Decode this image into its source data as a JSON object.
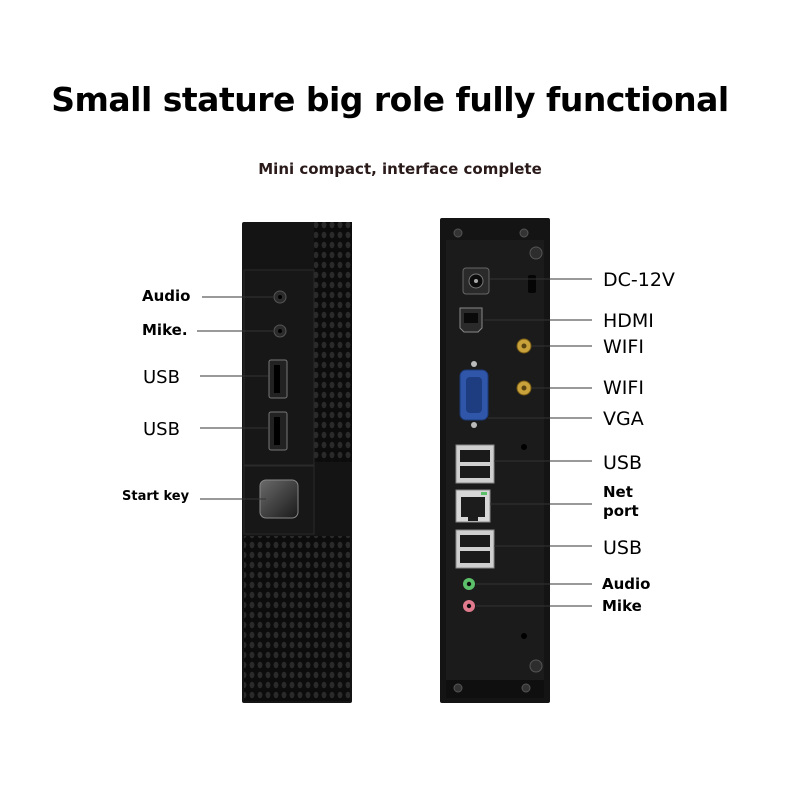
{
  "headline": "Small stature big role fully functional",
  "subheadline": "Mini compact, interface complete",
  "front_panel": {
    "audio": "Audio",
    "mike": "Mike.",
    "usb_1": "USB",
    "usb_2": "USB",
    "start_key": "Start key"
  },
  "rear_panel": {
    "dc": "DC-12V",
    "hdmi": "HDMI",
    "wifi_1": "WIFI",
    "wifi_2": "WIFI",
    "vga": "VGA",
    "usb_1": "USB",
    "net_line1": "Net",
    "net_line2": "port",
    "usb_2": "USB",
    "audio": "Audio",
    "mike": "Mike"
  },
  "colors": {
    "case": "#151515",
    "vga": "#2f56a8",
    "audio_jack": "#5cbf6a",
    "mic_jack": "#e07a8c",
    "antenna": "#c9a23c"
  }
}
